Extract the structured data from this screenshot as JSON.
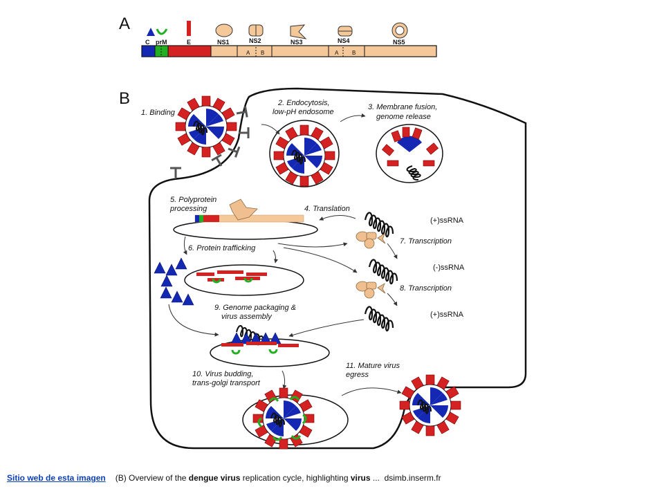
{
  "panel_a": {
    "label": "A",
    "genes": [
      "C",
      "prM",
      "E",
      "NS1",
      "NS2",
      "NS3",
      "NS4",
      "NS5"
    ],
    "subunits": [
      "A",
      "B",
      "A",
      "B"
    ]
  },
  "panel_b": {
    "label": "B",
    "steps": {
      "binding": "1. Binding",
      "endocytosis_1": "2. Endocytosis,",
      "endocytosis_2": "low-pH endosome",
      "fusion_1": "3. Membrane fusion,",
      "fusion_2": "genome release",
      "translation": "4. Translation",
      "polyprotein_1": "5. Polyprotein",
      "polyprotein_2": "processing",
      "trafficking": "6. Protein trafficking",
      "transcription_7": "7. Transcription",
      "transcription_8": "8. Transcription",
      "packaging_1": "9. Genome packaging &",
      "packaging_2": "virus assembly",
      "budding_1": "10. Virus budding,",
      "budding_2": "trans-golgi transport",
      "egress_1": "11. Mature virus",
      "egress_2": "egress"
    },
    "rna": {
      "plus_1": "(+)ssRNA",
      "minus": "(-)ssRNA",
      "plus_2": "(+)ssRNA"
    }
  },
  "caption": {
    "link": "Sitio web de esta imagen",
    "prefix": "(B) Overview of the ",
    "bold_1": "dengue virus",
    "middle": " replication cycle, highlighting ",
    "bold_2": "virus",
    "suffix": " ...",
    "source": "dsimb.inserm.fr"
  },
  "colors": {
    "capsid": "#1428b4",
    "membrane": "#d42222",
    "prm": "#22b022",
    "nonstructural": "#f5c89a",
    "protein_light": "#efbf90"
  }
}
